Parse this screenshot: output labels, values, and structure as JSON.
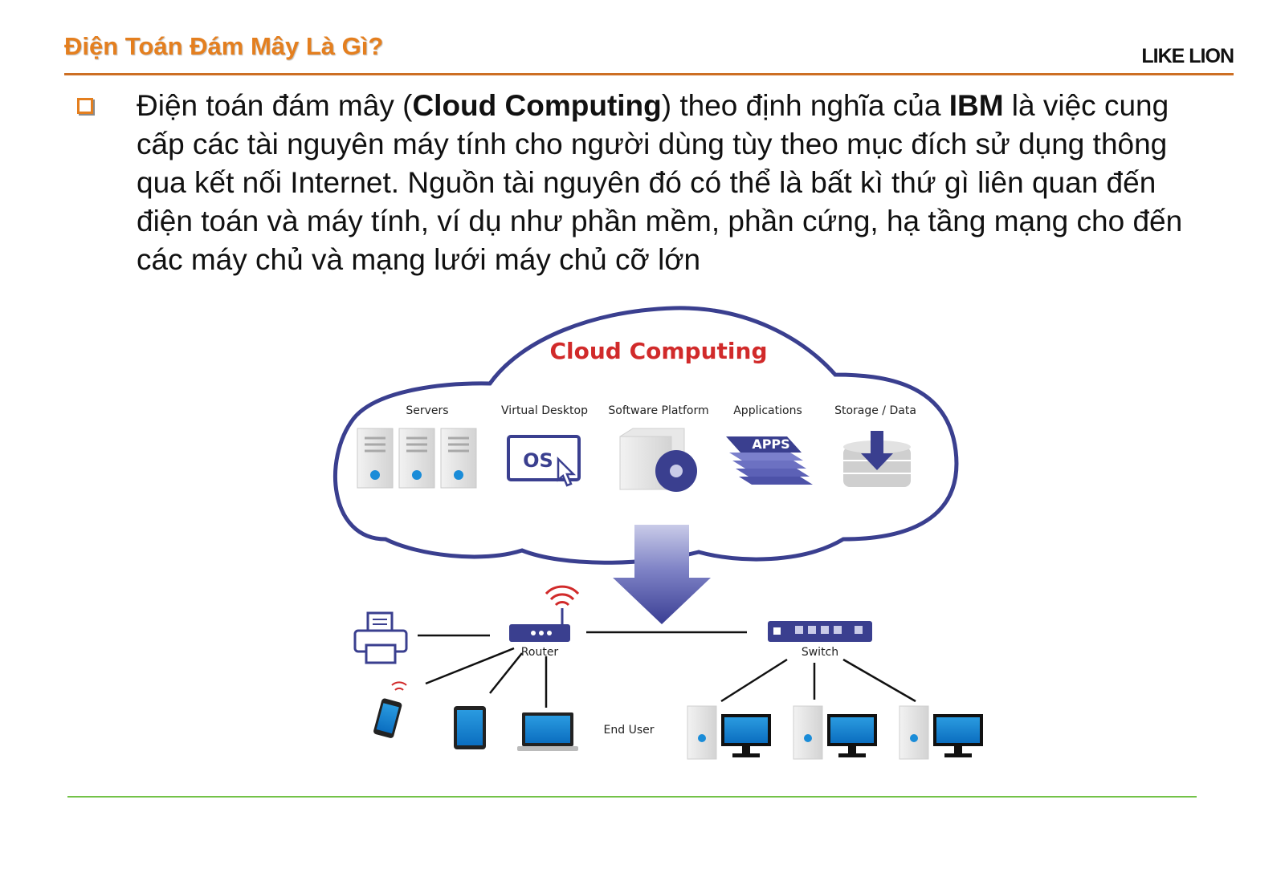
{
  "slide": {
    "title": "Điện Toán Đám Mây Là Gì?",
    "brand": "LIKE LION",
    "accent_color": "#e47f1f",
    "rule_color": "#73c248"
  },
  "bullet": {
    "icon": "hollow-square-bullet",
    "p1": "Điện toán đám mây (",
    "term": "Cloud Computing",
    "p2": ") theo định nghĩa của ",
    "org": "IBM",
    "p3": " là việc cung cấp các tài nguyên máy tính cho người dùng tùy theo mục đích sử dụng thông qua kết nối Internet. Nguồn tài nguyên đó có thể là bất kì thứ gì liên quan đến điện toán và máy tính, ví dụ như phần mềm, phần cứng, hạ tầng mạng cho đến các máy chủ và mạng lưới máy chủ cỡ lớn"
  },
  "diagram": {
    "cloud_title": "Cloud Computing",
    "services": {
      "servers": "Servers",
      "virtual_desktop": "Virtual Desktop",
      "software_platform": "Software Platform",
      "applications": "Applications",
      "storage": "Storage / Data"
    },
    "os_label": "OS",
    "apps_label": "APPS",
    "router_label": "Router",
    "switch_label": "Switch",
    "end_user_label": "End User",
    "cloud_color": "#3a3f8f",
    "title_color": "#d12a2a",
    "arrow_color": "#4a4d9e"
  }
}
